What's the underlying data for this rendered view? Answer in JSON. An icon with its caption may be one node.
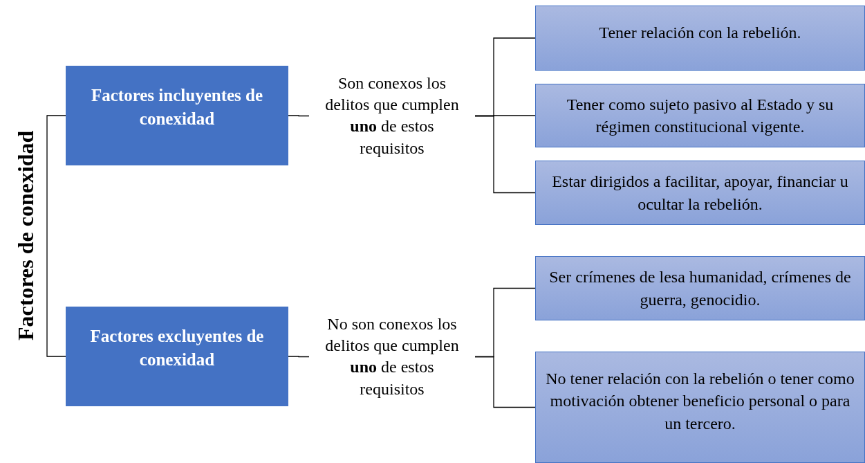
{
  "diagram": {
    "nodes": [
      {
        "text": [
          "Factores de conexidad"
        ]
      },
      {
        "text": [
          "Factores incluyentes de conexidad"
        ]
      },
      {
        "text": [
          "Son conexos los delitos que cumplen **uno** de estos requisitos"
        ]
      },
      {
        "text": [
          "Tener relación con la rebelión."
        ]
      },
      {
        "text": [
          "Tener como sujeto pasivo al Estado y su régimen constitucional vigente."
        ]
      },
      {
        "text": [
          "Estar dirigidos a facilitar, apoyar, financiar u ocultar la rebelión."
        ]
      },
      {
        "text": [
          "Factores excluyentes de conexidad"
        ]
      },
      {
        "text": [
          "No son conexos los delitos que cumplen **uno** de estos requisitos"
        ]
      },
      {
        "text": [
          "Ser crímenes de lesa humanidad, crímenes de guerra, genocidio."
        ]
      },
      {
        "text": [
          "No tener relación con la rebelión o tener como motivación obtener beneficio personal o para un tercero."
        ]
      }
    ],
    "edges": [
      {
        "from": 0,
        "to": 1,
        "arrow": "none"
      },
      {
        "from": 0,
        "to": 6,
        "arrow": "none"
      },
      {
        "from": 1,
        "to": 2,
        "arrow": "none"
      },
      {
        "from": 2,
        "to": 3,
        "arrow": "none"
      },
      {
        "from": 2,
        "to": 4,
        "arrow": "none"
      },
      {
        "from": 2,
        "to": 5,
        "arrow": "none"
      },
      {
        "from": 6,
        "to": 7,
        "arrow": "none"
      },
      {
        "from": 7,
        "to": 8,
        "arrow": "none"
      },
      {
        "from": 7,
        "to": 9,
        "arrow": "none"
      }
    ]
  }
}
